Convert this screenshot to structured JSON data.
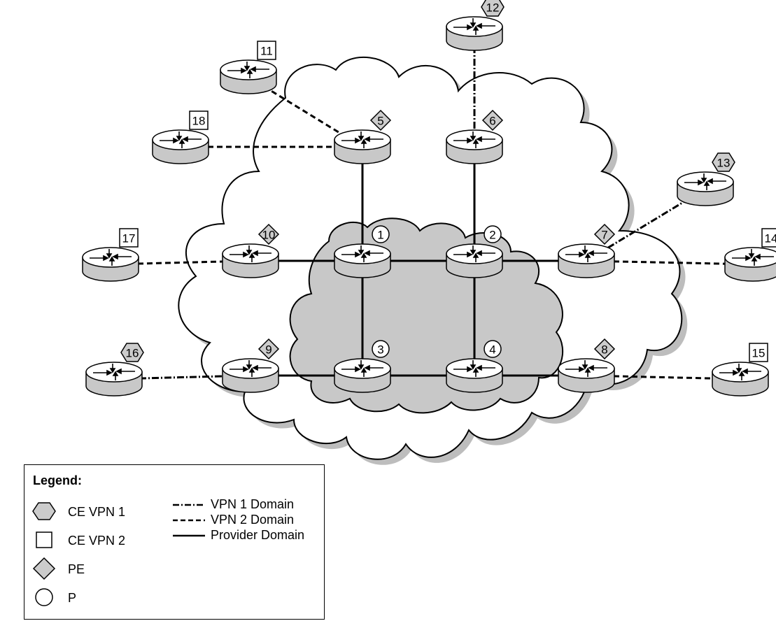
{
  "legend": {
    "title": "Legend:",
    "items": [
      {
        "label": "CE VPN 1",
        "symbol": "hexagon"
      },
      {
        "label": "CE VPN 2",
        "symbol": "square"
      },
      {
        "label": "PE",
        "symbol": "diamond"
      },
      {
        "label": "P",
        "symbol": "circle"
      }
    ],
    "lines": [
      {
        "label": "VPN 1 Domain",
        "style": "dash-dot"
      },
      {
        "label": "VPN 2 Domain",
        "style": "dashed"
      },
      {
        "label": "Provider Domain",
        "style": "solid"
      }
    ]
  },
  "routers": [
    {
      "id": "1",
      "role": "P"
    },
    {
      "id": "2",
      "role": "P"
    },
    {
      "id": "3",
      "role": "P"
    },
    {
      "id": "4",
      "role": "P"
    },
    {
      "id": "5",
      "role": "PE"
    },
    {
      "id": "6",
      "role": "PE"
    },
    {
      "id": "7",
      "role": "PE"
    },
    {
      "id": "8",
      "role": "PE"
    },
    {
      "id": "9",
      "role": "PE"
    },
    {
      "id": "10",
      "role": "PE"
    },
    {
      "id": "11",
      "role": "CE VPN 2"
    },
    {
      "id": "12",
      "role": "CE VPN 1"
    },
    {
      "id": "13",
      "role": "CE VPN 1"
    },
    {
      "id": "14",
      "role": "CE VPN 2"
    },
    {
      "id": "15",
      "role": "CE VPN 2"
    },
    {
      "id": "16",
      "role": "CE VPN 1"
    },
    {
      "id": "17",
      "role": "CE VPN 2"
    },
    {
      "id": "18",
      "role": "CE VPN 2"
    }
  ],
  "links": [
    {
      "from": "1",
      "to": "2",
      "domain": "Provider Domain"
    },
    {
      "from": "1",
      "to": "3",
      "domain": "Provider Domain"
    },
    {
      "from": "2",
      "to": "4",
      "domain": "Provider Domain"
    },
    {
      "from": "3",
      "to": "4",
      "domain": "Provider Domain"
    },
    {
      "from": "5",
      "to": "1",
      "domain": "Provider Domain"
    },
    {
      "from": "6",
      "to": "2",
      "domain": "Provider Domain"
    },
    {
      "from": "10",
      "to": "1",
      "domain": "Provider Domain"
    },
    {
      "from": "2",
      "to": "7",
      "domain": "Provider Domain"
    },
    {
      "from": "9",
      "to": "3",
      "domain": "Provider Domain"
    },
    {
      "from": "4",
      "to": "8",
      "domain": "Provider Domain"
    },
    {
      "from": "11",
      "to": "5",
      "domain": "VPN 2 Domain"
    },
    {
      "from": "18",
      "to": "5",
      "domain": "VPN 2 Domain"
    },
    {
      "from": "17",
      "to": "10",
      "domain": "VPN 2 Domain"
    },
    {
      "from": "7",
      "to": "14",
      "domain": "VPN 2 Domain"
    },
    {
      "from": "8",
      "to": "15",
      "domain": "VPN 2 Domain"
    },
    {
      "from": "12",
      "to": "6",
      "domain": "VPN 1 Domain"
    },
    {
      "from": "7",
      "to": "13",
      "domain": "VPN 1 Domain"
    },
    {
      "from": "16",
      "to": "9",
      "domain": "VPN 1 Domain"
    }
  ],
  "colors": {
    "router_top": "#ffffff",
    "router_side": "#c8c8c8",
    "cloud_inner": "#c8c8c8",
    "badge_fill": "#cccccc",
    "shadow": "#bdbdbd"
  }
}
